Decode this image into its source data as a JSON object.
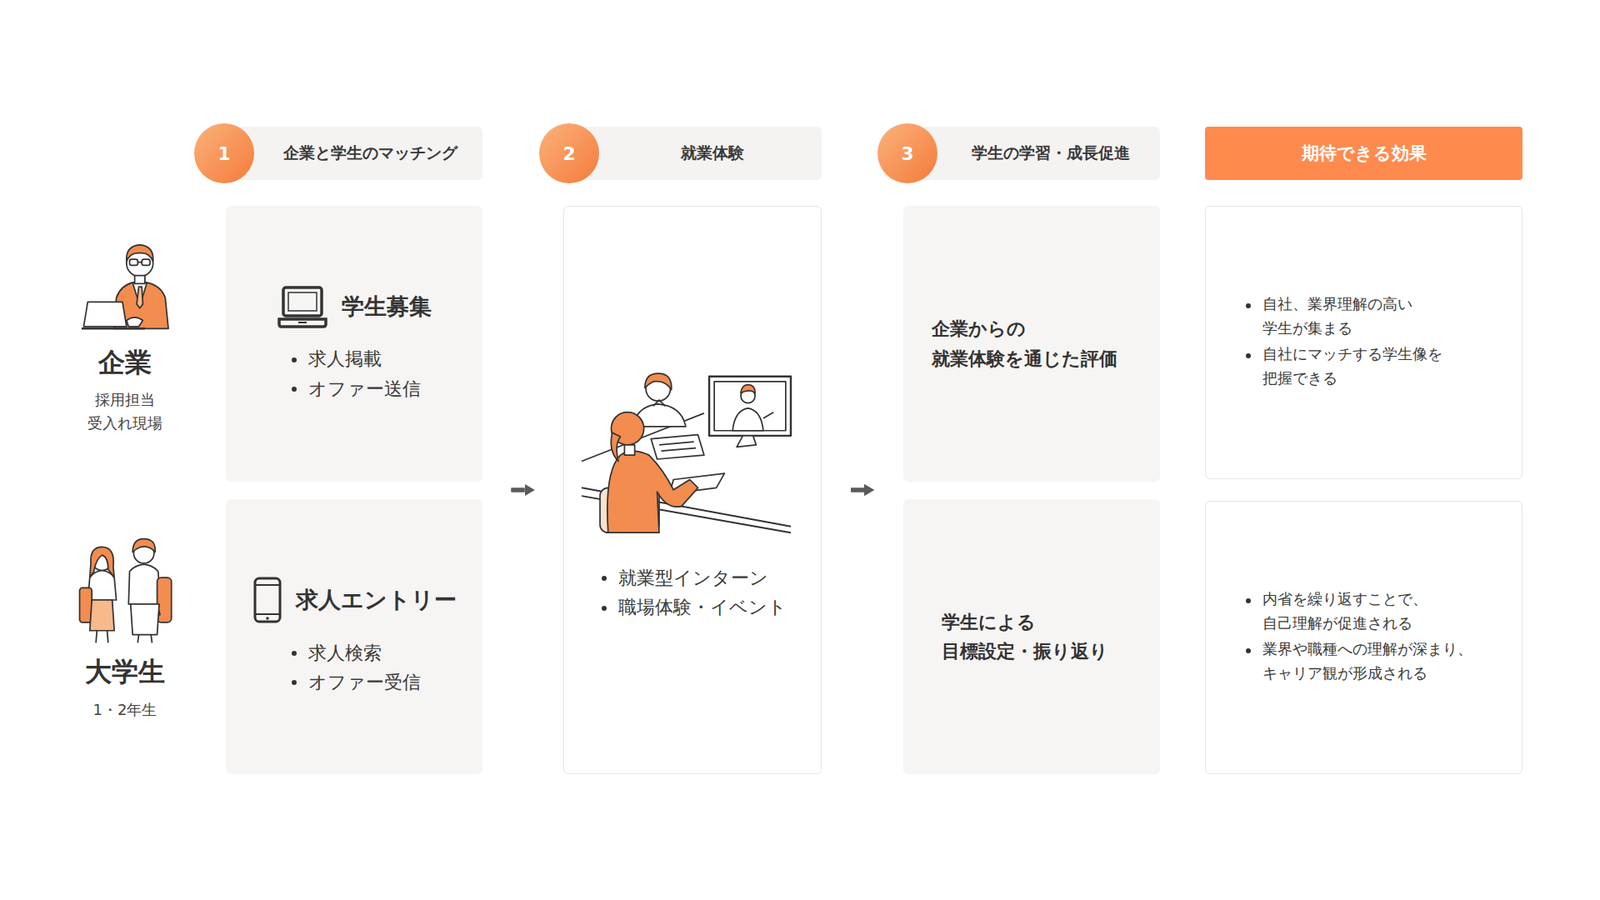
{
  "diagram": {
    "nodes": [
      {
        "text": [
          "企業と学生のマッチング"
        ]
      },
      {
        "text": [
          "1"
        ],
        "in": 0
      },
      {
        "text": [
          "就業体験"
        ]
      },
      {
        "text": [
          "2"
        ],
        "in": 2
      },
      {
        "text": [
          "学生の学習・成長促進"
        ]
      },
      {
        "text": [
          "3"
        ],
        "in": 4
      },
      {
        "text": [
          "期待できる効果"
        ]
      },
      {
        "text": [
          "学生募集",
          "求人掲載",
          "オファー送信"
        ]
      },
      {
        "text": [
          "求人エントリー",
          "求人検索",
          "オファー受信"
        ]
      },
      {
        "text": [
          "就業型インターン",
          "職場体験・イベント"
        ]
      },
      {
        "text": [
          "企業からの 就業体験を通じた評価"
        ]
      },
      {
        "text": [
          "学生による 目標設定・振り返り"
        ]
      },
      {
        "text": [
          "自社、業界理解の高い 学生が集まる",
          "自社にマッチする学生像を 把握できる"
        ]
      },
      {
        "text": [
          "内省を繰り返すことで、 自己理解が促進される",
          "業界や職種への理解が深まり、 キャリア観が形成される"
        ]
      }
    ],
    "edges": [
      {
        "from": 7,
        "to": 9,
        "arrow": "to"
      },
      {
        "from": 8,
        "to": 9,
        "arrow": "to"
      },
      {
        "from": 9,
        "to": 10,
        "arrow": "to"
      },
      {
        "from": 9,
        "to": 11,
        "arrow": "to"
      }
    ],
    "labels": [
      "企業",
      "採用担当 受入れ現場",
      "大学生",
      "1・2年生"
    ]
  }
}
